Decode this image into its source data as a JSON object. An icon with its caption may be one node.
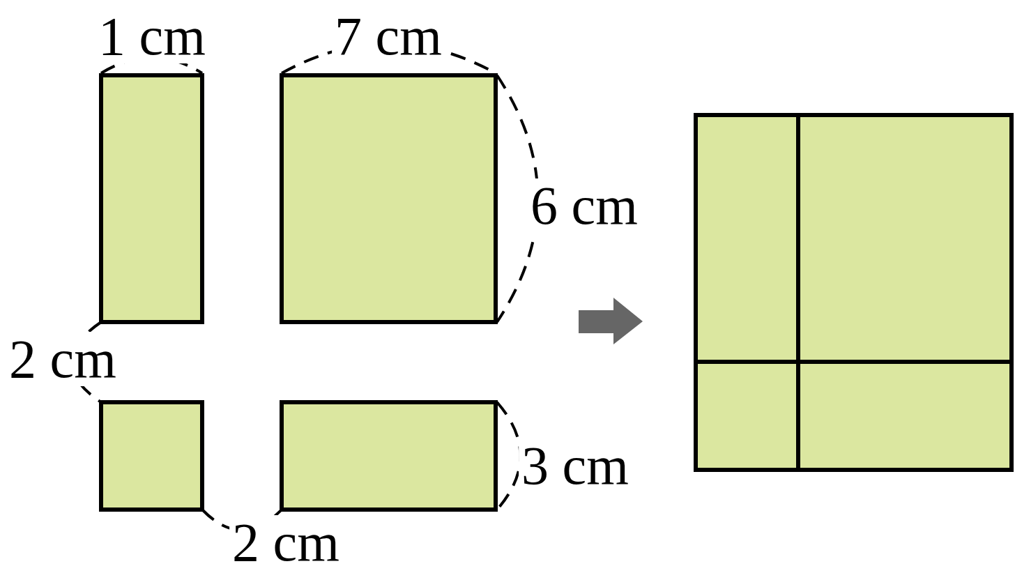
{
  "diagram": {
    "labels": [
      "1 cm",
      "7 cm",
      "6 cm",
      "2 cm",
      "3 cm",
      "2 cm"
    ]
  }
}
